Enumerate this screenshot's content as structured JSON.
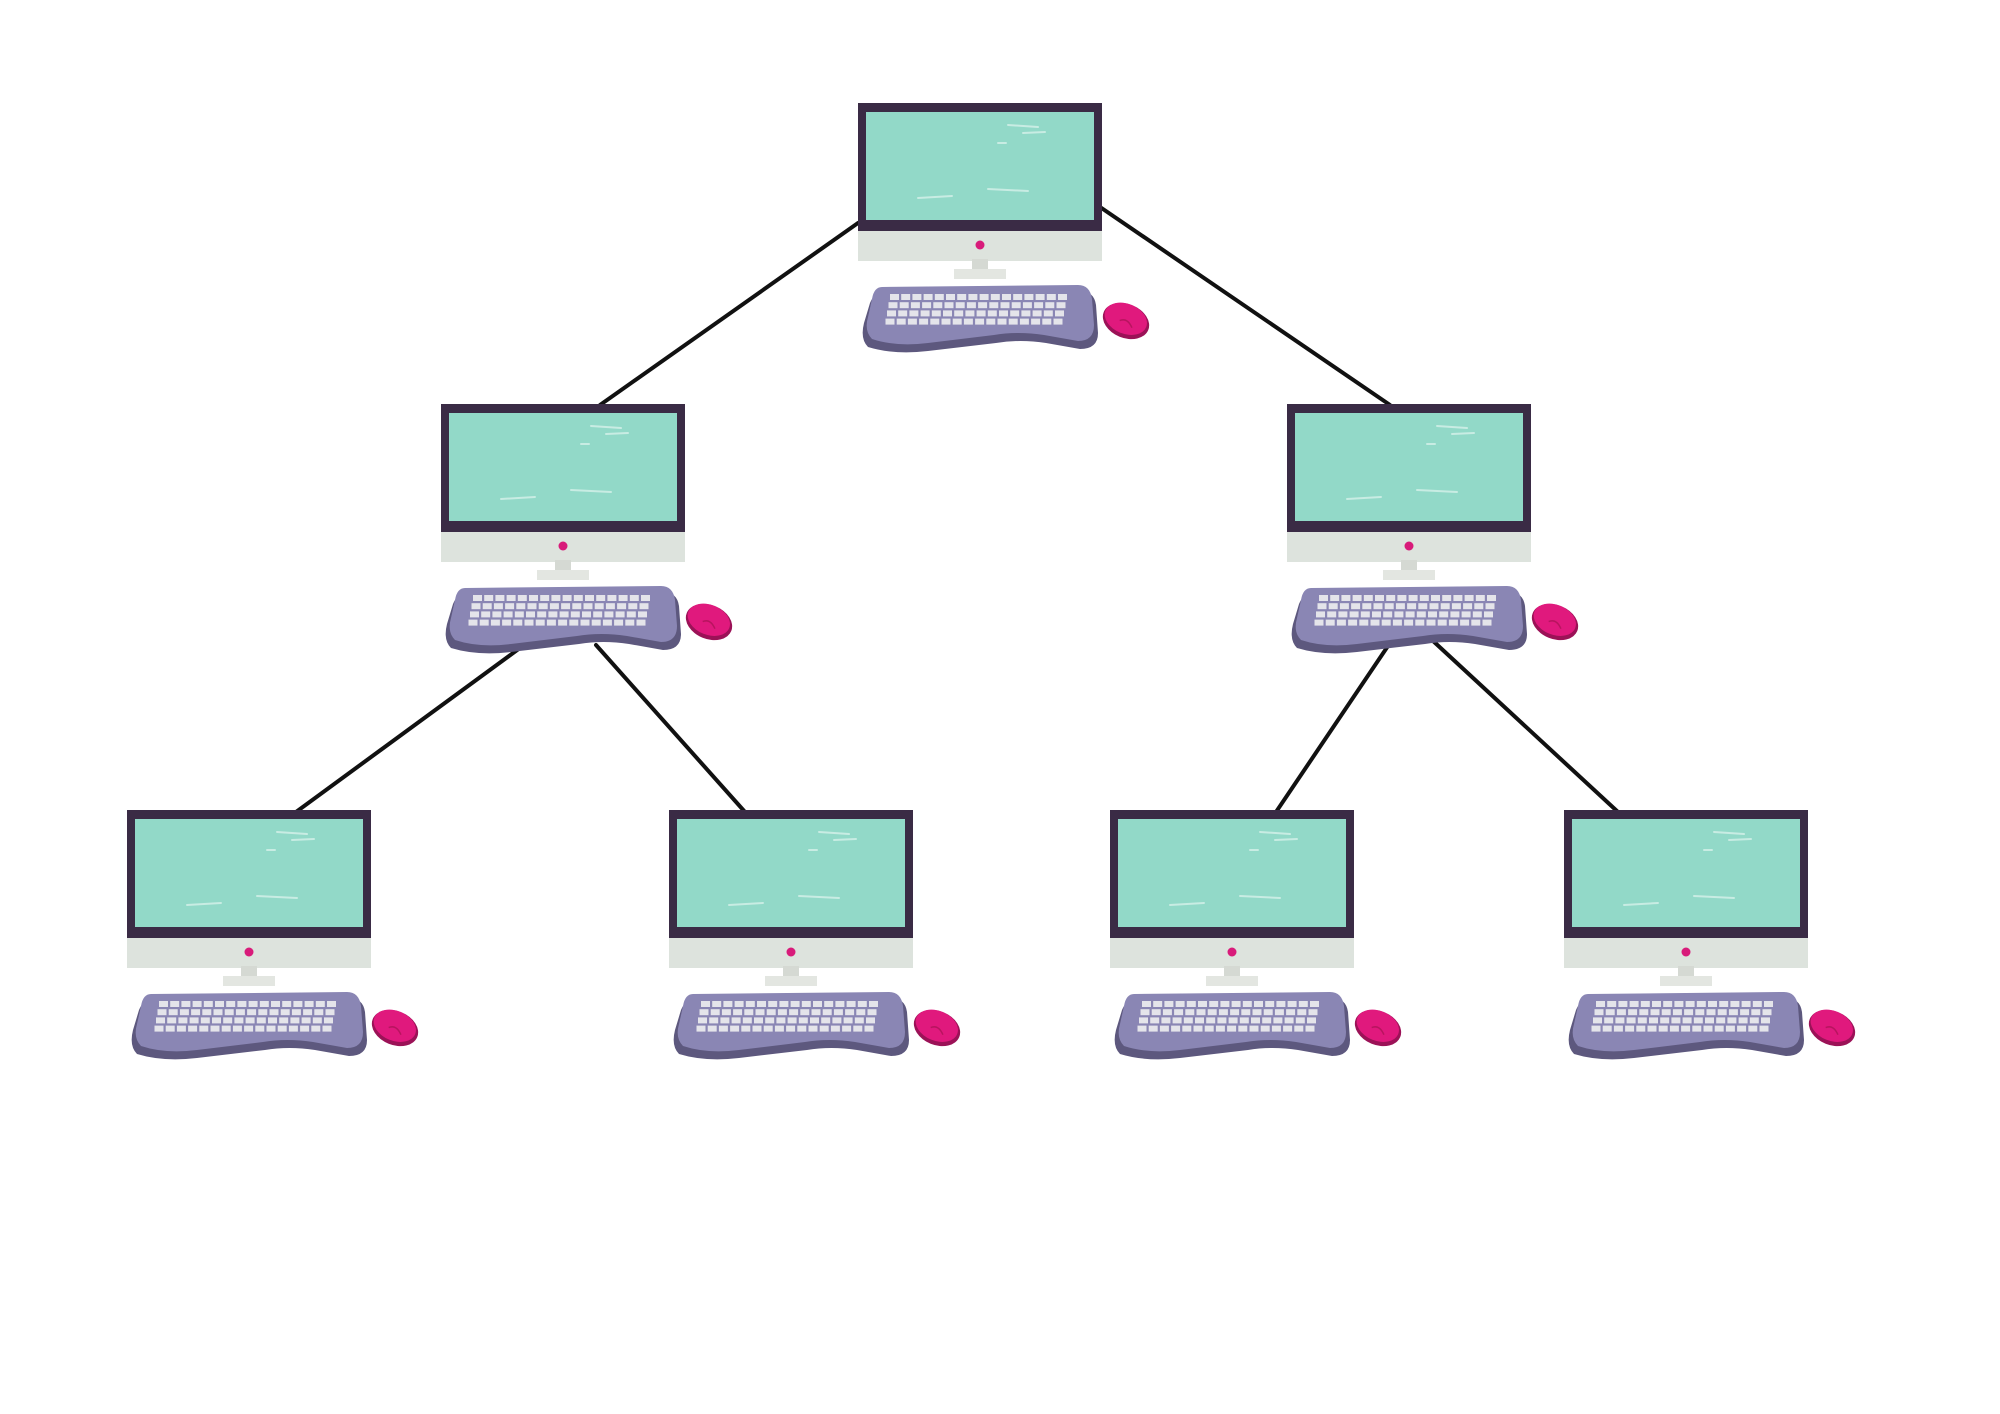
{
  "diagram": {
    "type": "tree-network-topology",
    "nodes": [
      {
        "id": "root",
        "level": 0,
        "icon": "desktop-computer-icon"
      },
      {
        "id": "left",
        "level": 1,
        "parent": "root",
        "icon": "desktop-computer-icon"
      },
      {
        "id": "right",
        "level": 1,
        "parent": "root",
        "icon": "desktop-computer-icon"
      },
      {
        "id": "left-left",
        "level": 2,
        "parent": "left",
        "icon": "desktop-computer-icon"
      },
      {
        "id": "left-right",
        "level": 2,
        "parent": "left",
        "icon": "desktop-computer-icon"
      },
      {
        "id": "right-left",
        "level": 2,
        "parent": "right",
        "icon": "desktop-computer-icon"
      },
      {
        "id": "right-right",
        "level": 2,
        "parent": "right",
        "icon": "desktop-computer-icon"
      }
    ],
    "edges": [
      {
        "from": "root",
        "to": "left"
      },
      {
        "from": "root",
        "to": "right"
      },
      {
        "from": "left",
        "to": "left-left"
      },
      {
        "from": "left",
        "to": "left-right"
      },
      {
        "from": "right",
        "to": "right-left"
      },
      {
        "from": "right",
        "to": "right-right"
      }
    ]
  },
  "colors": {
    "background": "#ffffff",
    "monitor_frame": "#3a2b45",
    "screen": "#92d9c8",
    "screen_glare": "#c8ece3",
    "monitor_chin": "#dde3dd",
    "power_dot": "#d81b7a",
    "stand": "#e3e6e1",
    "keyboard_base": "#8a86b4",
    "keyboard_shadow": "#5d587e",
    "keys": "#e4e4ea",
    "mouse": "#e0197d",
    "mouse_outline": "#9b1257",
    "edge": "#111111"
  }
}
